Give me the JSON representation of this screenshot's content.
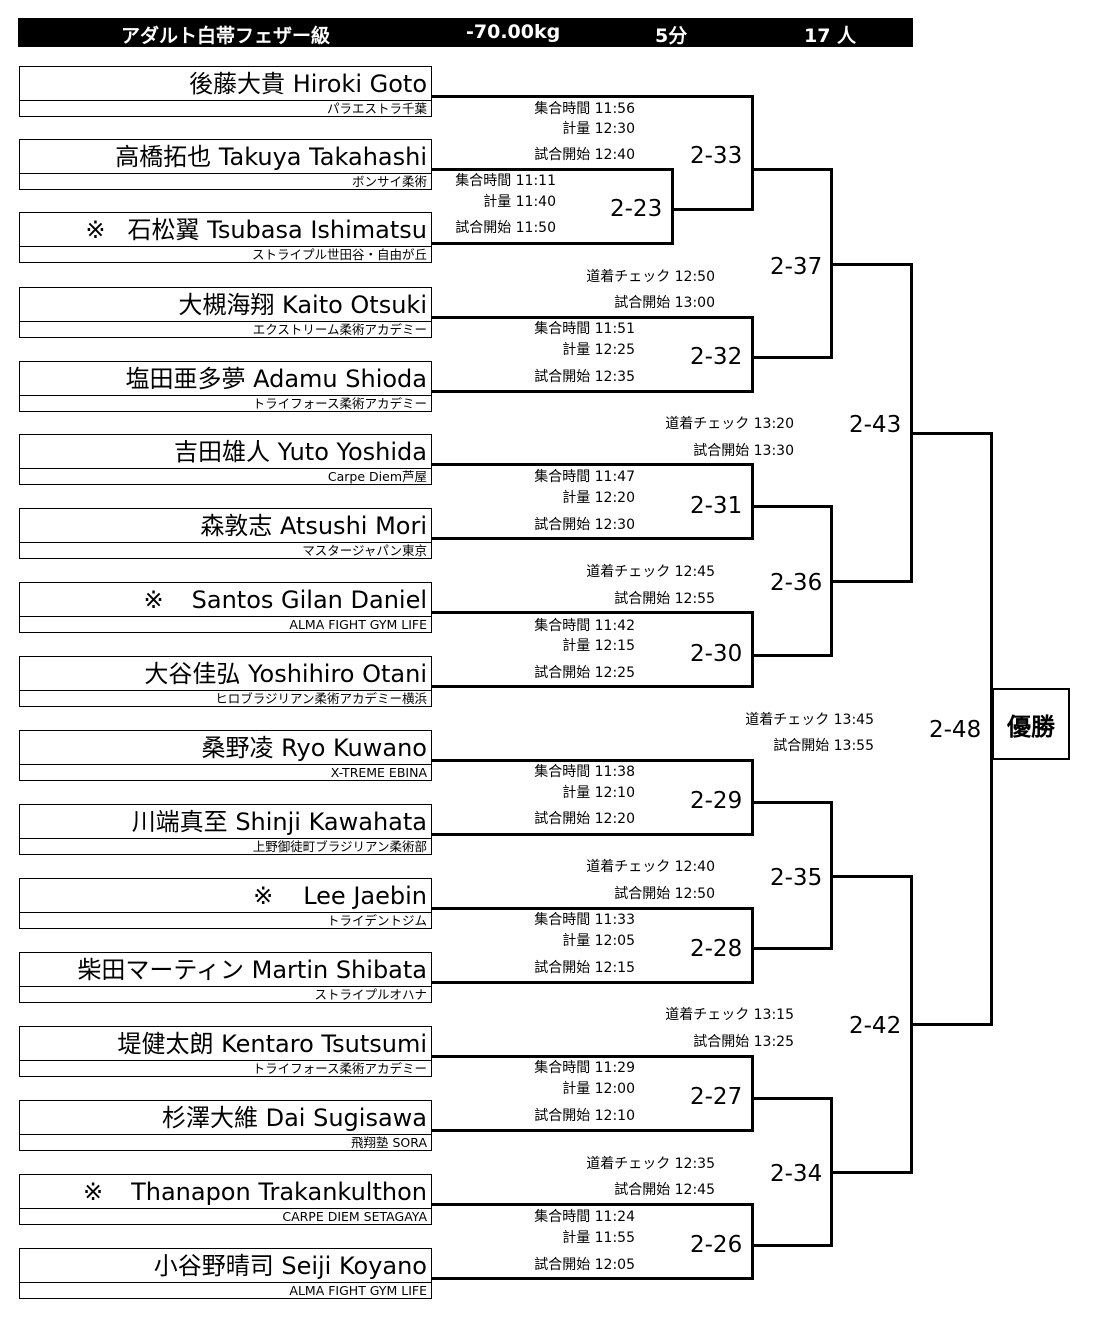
{
  "header": {
    "division": "アダルト白帯フェザー級",
    "weight": "-70.00kg",
    "duration": "5分",
    "count": "17 人"
  },
  "players": [
    {
      "mark": "",
      "name": "後藤大貴 Hiroki Goto",
      "team": "パラエストラ千葉"
    },
    {
      "mark": "",
      "name": "高橋拓也 Takuya Takahashi",
      "team": "ボンサイ柔術"
    },
    {
      "mark": "※",
      "name": "石松翼 Tsubasa Ishimatsu",
      "team": "ストライプル世田谷・自由が丘"
    },
    {
      "mark": "",
      "name": "大槻海翔 Kaito Otsuki",
      "team": "エクストリーム柔術アカデミー"
    },
    {
      "mark": "",
      "name": "塩田亜多夢 Adamu Shioda",
      "team": "トライフォース柔術アカデミー"
    },
    {
      "mark": "",
      "name": "吉田雄人 Yuto Yoshida",
      "team": "Carpe Diem芦屋"
    },
    {
      "mark": "",
      "name": "森敦志 Atsushi Mori",
      "team": "マスタージャパン東京"
    },
    {
      "mark": "※",
      "name": "Santos Gilan Daniel",
      "team": "ALMA FIGHT GYM LIFE"
    },
    {
      "mark": "",
      "name": "大谷佳弘 Yoshihiro Otani",
      "team": "ヒロブラジリアン柔術アカデミー横浜"
    },
    {
      "mark": "",
      "name": "桑野凌 Ryo Kuwano",
      "team": "X-TREME EBINA"
    },
    {
      "mark": "",
      "name": "川端真至 Shinji Kawahata",
      "team": "上野御徒町ブラジリアン柔術部"
    },
    {
      "mark": "※",
      "name": "Lee Jaebin",
      "team": "トライデントジム"
    },
    {
      "mark": "",
      "name": "柴田マーティン Martin Shibata",
      "team": "ストライプルオハナ"
    },
    {
      "mark": "",
      "name": "堤健太朗 Kentaro Tsutsumi",
      "team": "トライフォース柔術アカデミー"
    },
    {
      "mark": "",
      "name": "杉澤大維 Dai Sugisawa",
      "team": "飛翔塾 SORA"
    },
    {
      "mark": "※",
      "name": "Thanapon Trakankulthon",
      "team": "CARPE DIEM SETAGAYA"
    },
    {
      "mark": "",
      "name": "小谷野晴司 Seiji Koyano",
      "team": "ALMA FIGHT GYM LIFE"
    }
  ],
  "matches": {
    "m2_23": {
      "no": "2-23",
      "t1": "集合時間 11:11",
      "t2": "計量 11:40",
      "t3": "試合開始 11:50"
    },
    "m2_33": {
      "no": "2-33",
      "t1": "集合時間 11:56",
      "t2": "計量 12:30",
      "t3": "試合開始 12:40"
    },
    "m2_32": {
      "no": "2-32",
      "t1": "集合時間 11:51",
      "t2": "計量 12:25",
      "t3": "試合開始 12:35"
    },
    "m2_31": {
      "no": "2-31",
      "t1": "集合時間 11:47",
      "t2": "計量 12:20",
      "t3": "試合開始 12:30"
    },
    "m2_30": {
      "no": "2-30",
      "t1": "集合時間 11:42",
      "t2": "計量 12:15",
      "t3": "試合開始 12:25"
    },
    "m2_29": {
      "no": "2-29",
      "t1": "集合時間 11:38",
      "t2": "計量 12:10",
      "t3": "試合開始 12:20"
    },
    "m2_28": {
      "no": "2-28",
      "t1": "集合時間 11:33",
      "t2": "計量 12:05",
      "t3": "試合開始 12:15"
    },
    "m2_27": {
      "no": "2-27",
      "t1": "集合時間 11:29",
      "t2": "計量 12:00",
      "t3": "試合開始 12:10"
    },
    "m2_26": {
      "no": "2-26",
      "t1": "集合時間 11:24",
      "t2": "計量 11:55",
      "t3": "試合開始 12:05"
    },
    "m2_37": {
      "no": "2-37",
      "t1": "道着チェック 12:50",
      "t2": "試合開始 13:00"
    },
    "m2_36": {
      "no": "2-36",
      "t1": "道着チェック 12:45",
      "t2": "試合開始 12:55"
    },
    "m2_35": {
      "no": "2-35",
      "t1": "道着チェック 12:40",
      "t2": "試合開始 12:50"
    },
    "m2_34": {
      "no": "2-34",
      "t1": "道着チェック 12:35",
      "t2": "試合開始 12:45"
    },
    "m2_43": {
      "no": "2-43",
      "t1": "道着チェック 13:20",
      "t2": "試合開始 13:30"
    },
    "m2_42": {
      "no": "2-42",
      "t1": "道着チェック 13:15",
      "t2": "試合開始 13:25"
    },
    "m2_48": {
      "no": "2-48",
      "t1": "道着チェック 13:45",
      "t2": "試合開始 13:55"
    }
  },
  "champion": "優勝"
}
